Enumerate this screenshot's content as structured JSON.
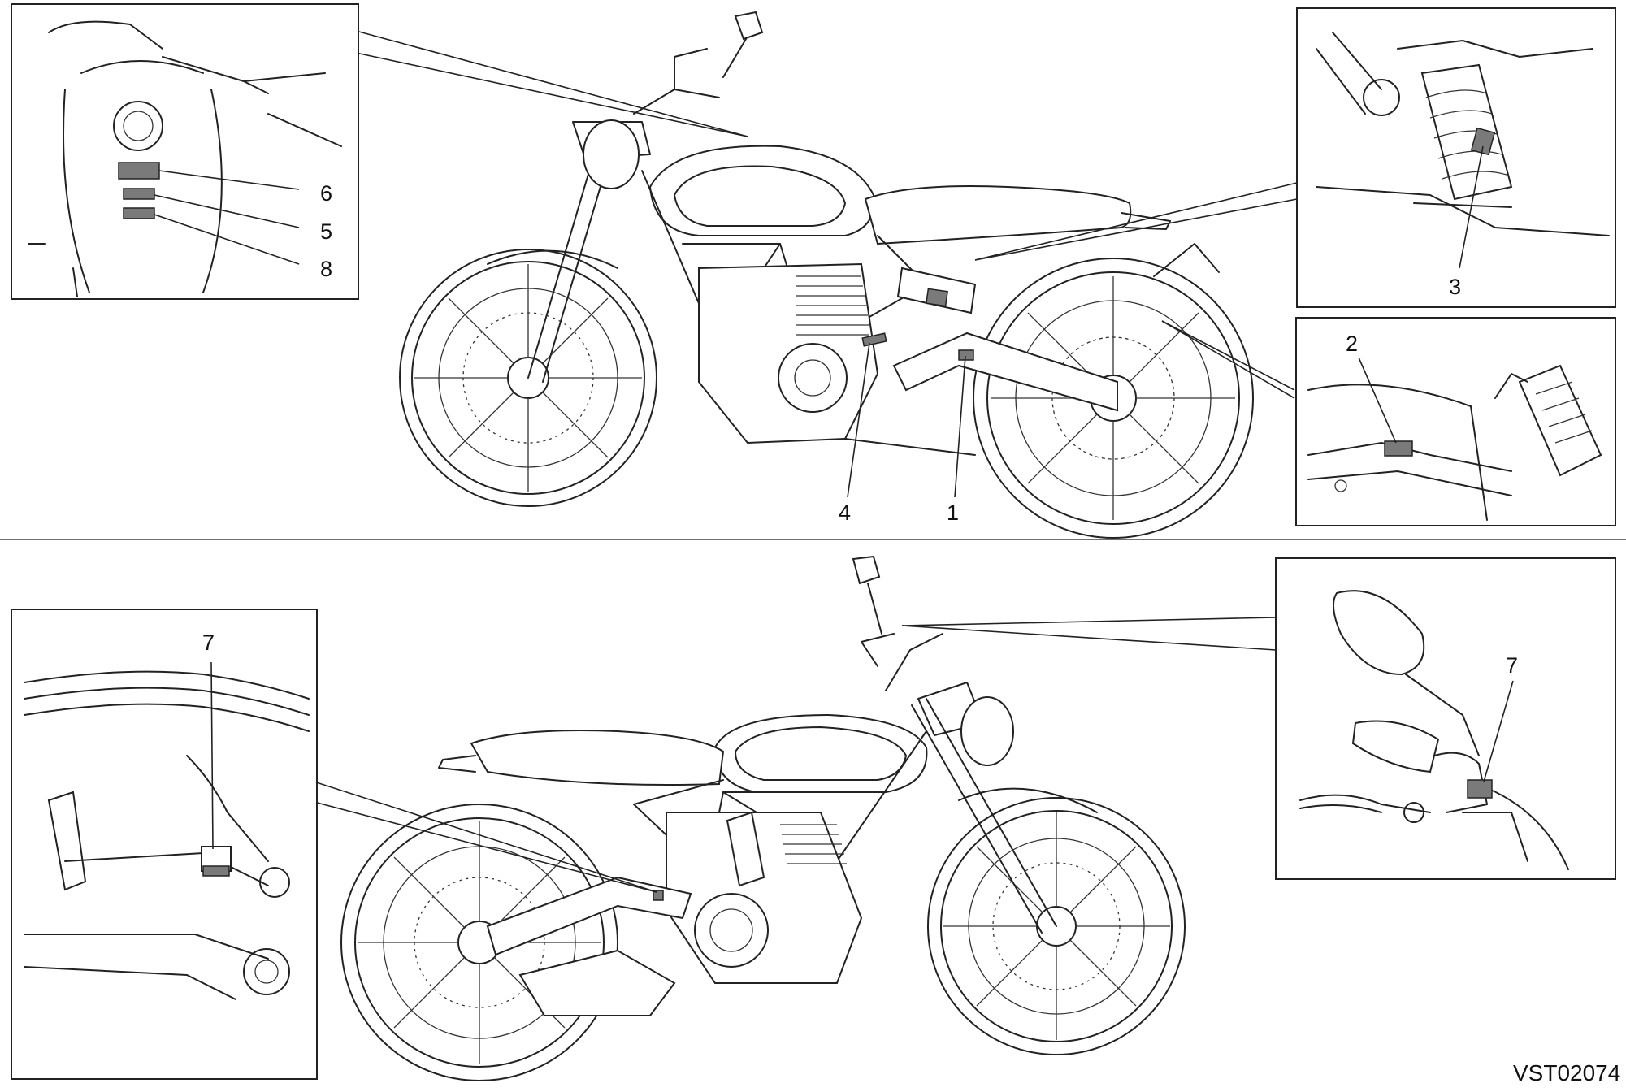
{
  "figure_code": "VST02074",
  "callouts": {
    "c1": "1",
    "c2": "2",
    "c3": "3",
    "c4": "4",
    "c5": "5",
    "c6": "6",
    "c7a": "7",
    "c7b": "7",
    "c8": "8"
  },
  "colors": {
    "line": "#222222",
    "label_fill": "#7a7a7a",
    "background": "#ffffff"
  }
}
